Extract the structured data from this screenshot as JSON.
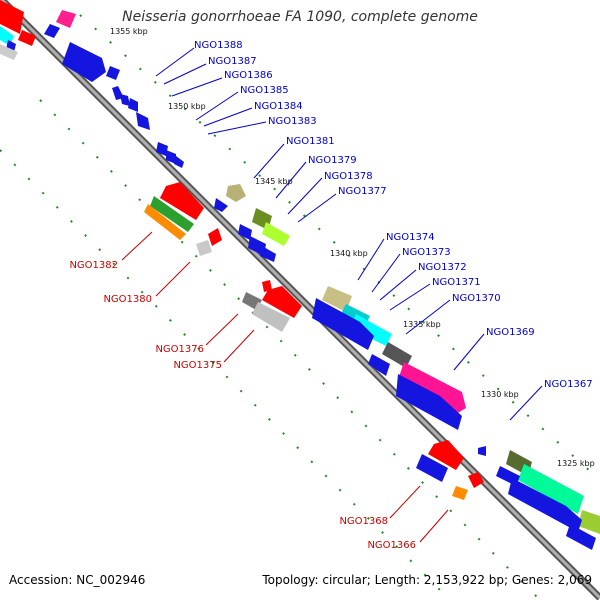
{
  "title": "Neisseria gonorrhoeae FA 1090, complete genome",
  "accession": "Accession: NC_002946",
  "topology": "Topology: circular; Length: 2,153,922 bp; Genes: 2,069",
  "colors": {
    "forward_label": "#0000cc",
    "reverse_label": "#cc0000",
    "backbone": "#808080",
    "tick": "#228b22"
  },
  "ticks": [
    "1355 kbp",
    "1350 kbp",
    "1345 kbp",
    "1340 kbp",
    "1335 kbp",
    "1330 kbp",
    "1325 kbp"
  ],
  "forward_genes": [
    "NGO1388",
    "NGO1387",
    "NGO1386",
    "NGO1385",
    "NGO1384",
    "NGO1383",
    "NGO1381",
    "NGO1379",
    "NGO1378",
    "NGO1377",
    "NGO1374",
    "NGO1373",
    "NGO1372",
    "NGO1371",
    "NGO1370",
    "NGO1369",
    "NGO1367"
  ],
  "reverse_genes": [
    "NGO1382",
    "NGO1380",
    "NGO1376",
    "NGO1375",
    "NGO1368",
    "NGO1366"
  ]
}
